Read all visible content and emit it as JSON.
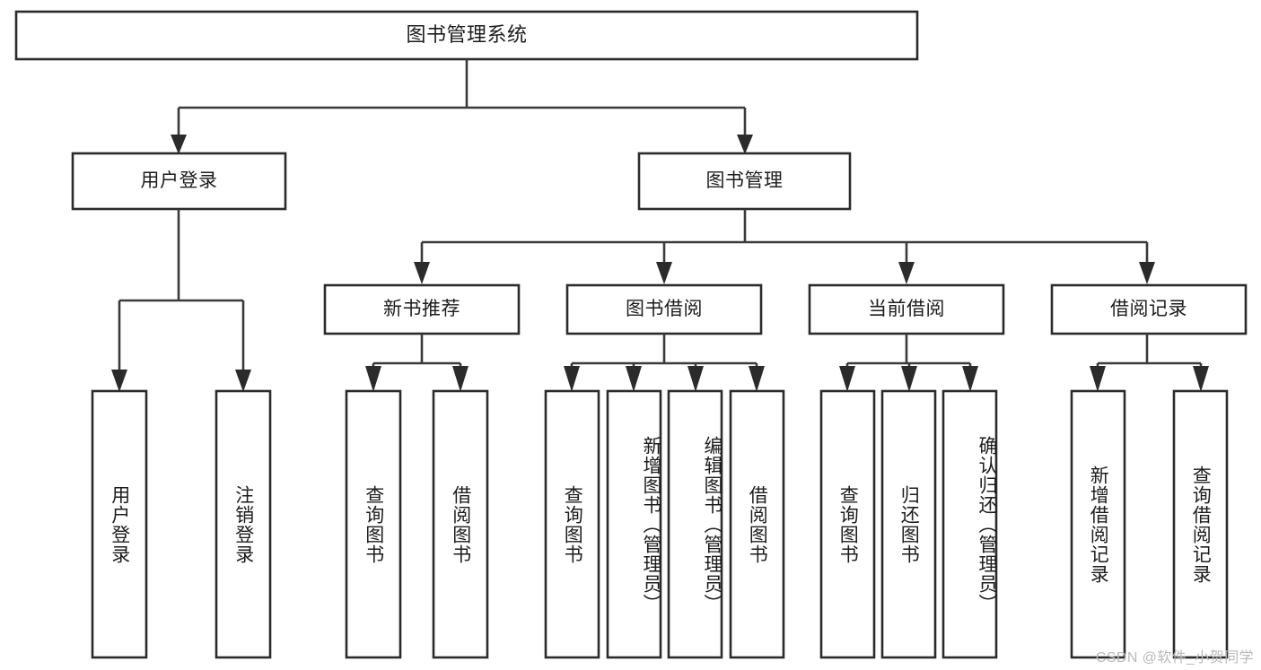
{
  "diagram": {
    "title": "图书管理系统",
    "type": "tree-hierarchy-diagram",
    "colors": {
      "box_stroke": "#2b2b2b",
      "box_fill": "#ffffff",
      "connector": "#3a3a3a",
      "text": "#1c1c1c",
      "watermark": "#b9b9b9",
      "background": "#ffffff"
    },
    "nodes": {
      "root": {
        "label": "图书管理系统"
      },
      "level2": [
        {
          "id": "user-login",
          "label": "用户登录"
        },
        {
          "id": "book-management",
          "label": "图书管理"
        }
      ],
      "level3": [
        {
          "id": "new-book-recommend",
          "label": "新书推荐"
        },
        {
          "id": "book-borrow",
          "label": "图书借阅"
        },
        {
          "id": "current-borrow",
          "label": "当前借阅"
        },
        {
          "id": "borrow-record",
          "label": "借阅记录"
        }
      ],
      "leaves": {
        "user-login": [
          {
            "id": "leaf-user-login",
            "label": "用户登录"
          },
          {
            "id": "leaf-user-logout",
            "label": "注销登录"
          }
        ],
        "new-book-recommend": [
          {
            "id": "leaf-query-book-1",
            "label": "查询图书"
          },
          {
            "id": "leaf-borrow-book-1",
            "label": "借阅图书"
          }
        ],
        "book-borrow": [
          {
            "id": "leaf-query-book-2",
            "label": "查询图书"
          },
          {
            "id": "leaf-add-book",
            "label": "新增图书（管理员）"
          },
          {
            "id": "leaf-edit-book",
            "label": "编辑图书（管理员）"
          },
          {
            "id": "leaf-borrow-book-2",
            "label": "借阅图书"
          }
        ],
        "current-borrow": [
          {
            "id": "leaf-query-book-3",
            "label": "查询图书"
          },
          {
            "id": "leaf-return-book",
            "label": "归还图书"
          },
          {
            "id": "leaf-confirm-return",
            "label": "确认归还（管理员）"
          }
        ],
        "borrow-record": [
          {
            "id": "leaf-add-record",
            "label": "新增借阅记录"
          },
          {
            "id": "leaf-query-record",
            "label": "查询借阅记录"
          }
        ]
      }
    },
    "watermark": "CSDN @软件_小贺同学"
  }
}
